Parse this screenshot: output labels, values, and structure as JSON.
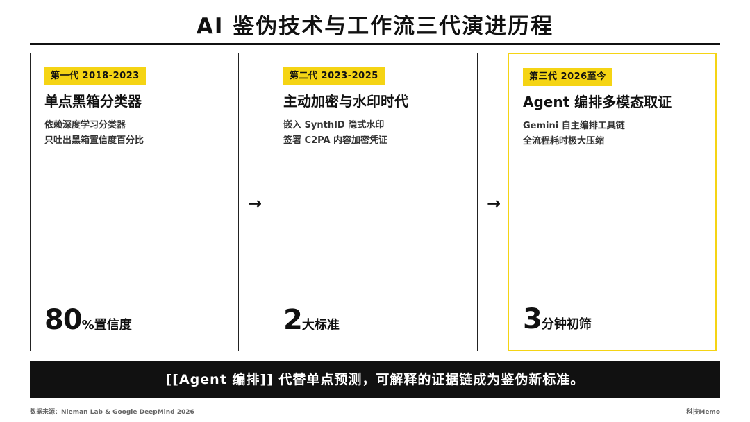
{
  "title": "AI 鉴伪技术与工作流三代演进历程",
  "cards": [
    {
      "tag": "第一代 2018-2023",
      "heading": "单点黑箱分类器",
      "lines": [
        "依赖深度学习分类器",
        "只吐出黑箱置信度百分比"
      ],
      "stat_number": "80",
      "stat_unit": "%置信度"
    },
    {
      "tag": "第二代 2023-2025",
      "heading": "主动加密与水印时代",
      "lines": [
        "嵌入 SynthID 隐式水印",
        "签署 C2PA 内容加密凭证"
      ],
      "stat_number": "2",
      "stat_unit": "大标准"
    },
    {
      "tag": "第三代 2026至今",
      "heading": "Agent 编排多模态取证",
      "lines": [
        "Gemini 自主编排工具链",
        "全流程耗时极大压缩"
      ],
      "stat_number": "3",
      "stat_unit": "分钟初筛"
    }
  ],
  "arrows": [
    "→",
    "→"
  ],
  "banner": "[[Agent 编排]] 代替单点预测，可解释的证据链成为鉴伪新标准。",
  "footer": {
    "source": "数据来源：Nieman Lab & Google DeepMind 2026",
    "brand": "科技Memo"
  },
  "colors": {
    "accent_yellow": "#f5d414",
    "ink": "#111111",
    "banner_bg": "#111111"
  }
}
